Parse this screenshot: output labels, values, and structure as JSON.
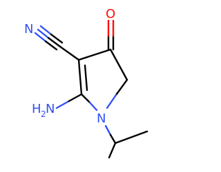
{
  "molecule": {
    "atoms": {
      "nitrile_n": {
        "label": "N"
      },
      "carbonyl_o": {
        "label": "O"
      },
      "amine": {
        "label": "H",
        "subscript": "2",
        "suffix": "N"
      },
      "ring_n": {
        "label": "N"
      }
    },
    "colors": {
      "bond": "#000000",
      "nitrogen": "#3050f8",
      "oxygen": "#ff0d0d"
    }
  }
}
